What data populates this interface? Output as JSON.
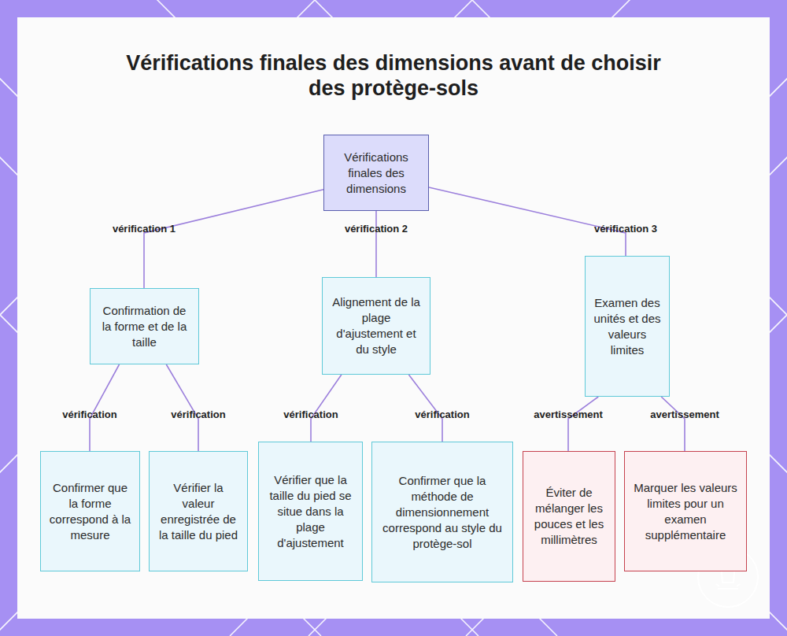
{
  "diagram": {
    "title": "Vérifications finales des dimensions avant de choisir des protège-sols",
    "nodes": [
      {
        "text": [
          "Vérifications finales des dimensions"
        ]
      },
      {
        "text": [
          "Confirmation de la forme et de la taille"
        ]
      },
      {
        "text": [
          "Alignement de la plage d'ajustement et du style"
        ]
      },
      {
        "text": [
          "Examen des unités et des valeurs limites"
        ]
      },
      {
        "text": [
          "Confirmer que la forme correspond à la mesure"
        ]
      },
      {
        "text": [
          "Vérifier la valeur enregistrée de la taille du pied"
        ]
      },
      {
        "text": [
          "Vérifier que la taille du pied se situe dans la plage d'ajustement"
        ]
      },
      {
        "text": [
          "Confirmer que la méthode de dimensionnement correspond au style du protège-sol"
        ]
      },
      {
        "text": [
          "Éviter de mélanger les pouces et les millimètres"
        ]
      },
      {
        "text": [
          "Marquer les valeurs limites pour un examen supplémentaire"
        ]
      }
    ],
    "edges": [
      {
        "from": 0,
        "to": 1,
        "label": "vérification 1",
        "arrow": "none"
      },
      {
        "from": 0,
        "to": 2,
        "label": "vérification 2",
        "arrow": "none"
      },
      {
        "from": 0,
        "to": 3,
        "label": "vérification 3",
        "arrow": "none"
      },
      {
        "from": 1,
        "to": 4,
        "label": "vérification",
        "arrow": "none"
      },
      {
        "from": 1,
        "to": 5,
        "label": "vérification",
        "arrow": "none"
      },
      {
        "from": 2,
        "to": 6,
        "label": "vérification",
        "arrow": "none"
      },
      {
        "from": 2,
        "to": 7,
        "label": "vérification",
        "arrow": "none"
      },
      {
        "from": 3,
        "to": 8,
        "label": "avertissement",
        "arrow": "none"
      },
      {
        "from": 3,
        "to": 9,
        "label": "avertissement",
        "arrow": "none"
      }
    ]
  }
}
